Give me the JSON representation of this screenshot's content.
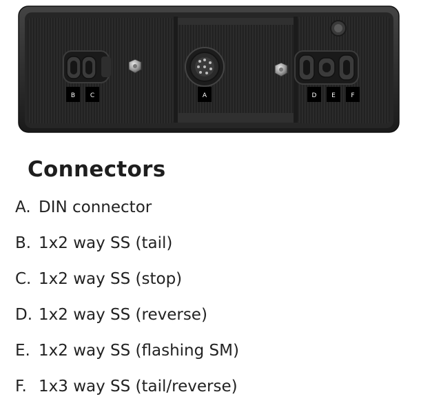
{
  "panel": {
    "labels": {
      "b": "B",
      "c": "C",
      "a": "A",
      "d": "D",
      "e": "E",
      "f": "F"
    }
  },
  "heading": "Connectors",
  "connectors": [
    {
      "letter": "A.",
      "text": "DIN connector"
    },
    {
      "letter": "B.",
      "text": "1x2 way SS (tail)"
    },
    {
      "letter": "C.",
      "text": "1x2 way SS (stop)"
    },
    {
      "letter": "D.",
      "text": "1x2 way SS (reverse)"
    },
    {
      "letter": "E.",
      "text": "1x2 way SS (flashing SM)"
    },
    {
      "letter": "F.",
      "text": "1x3 way SS (tail/reverse)"
    }
  ]
}
